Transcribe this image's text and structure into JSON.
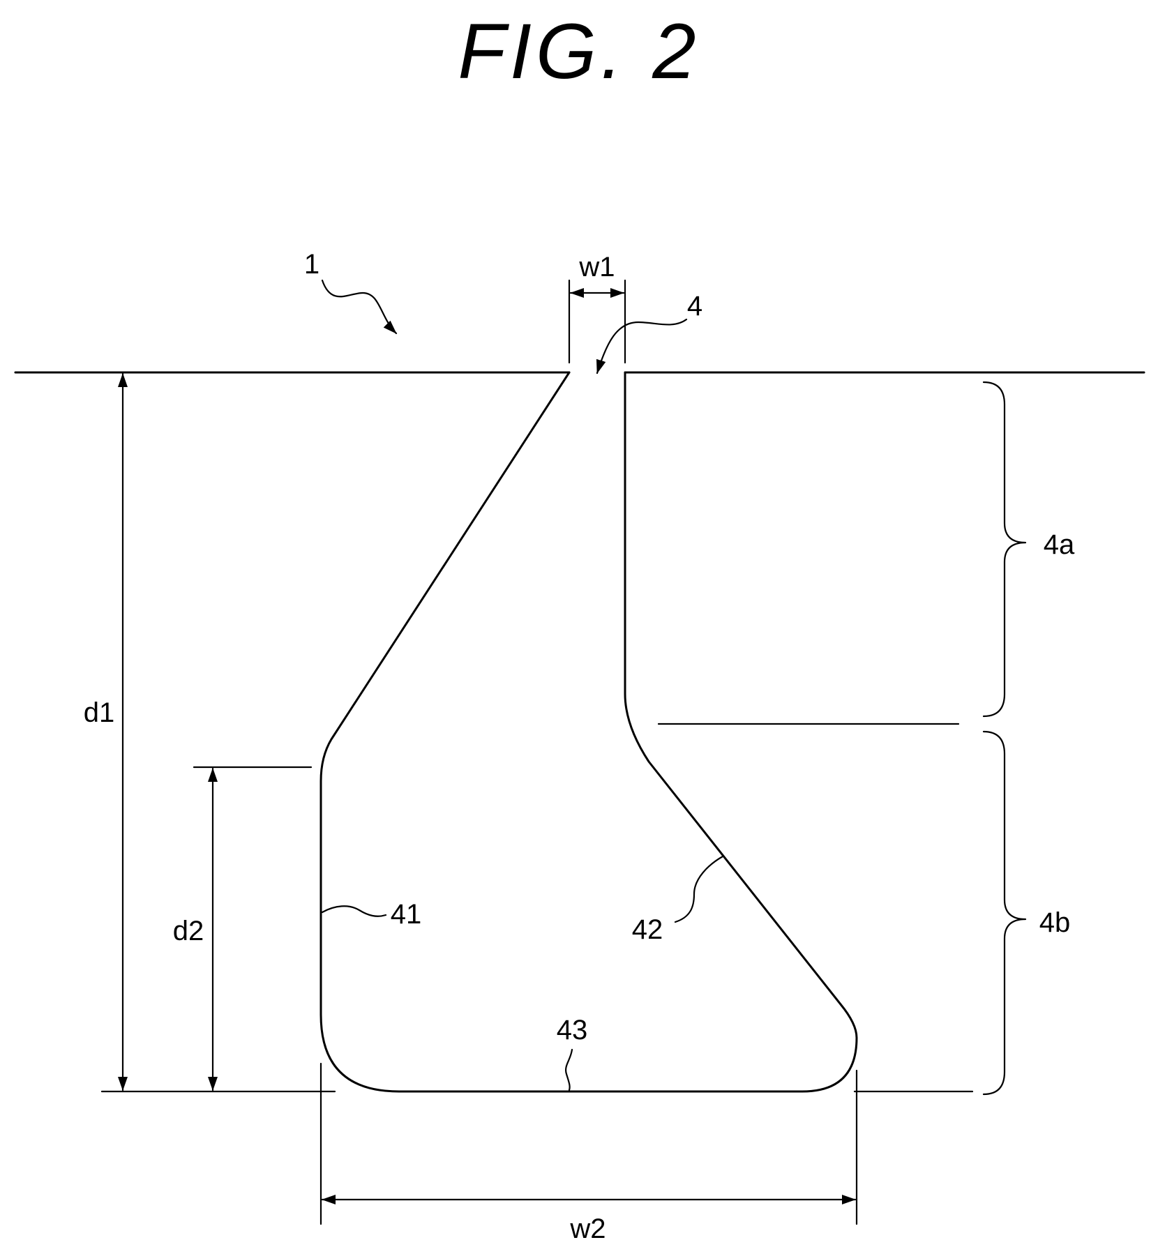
{
  "figure": {
    "title": "FIG. 2"
  },
  "labels": {
    "workpiece": "1",
    "groove": "4",
    "upper_portion": "4a",
    "lower_portion": "4b",
    "side_wall_vertical": "41",
    "side_wall_inclined": "42",
    "bottom": "43"
  },
  "dimensions": {
    "opening_width": "w1",
    "bottom_width": "w2",
    "total_depth": "d1",
    "vertical_wall_depth": "d2"
  }
}
